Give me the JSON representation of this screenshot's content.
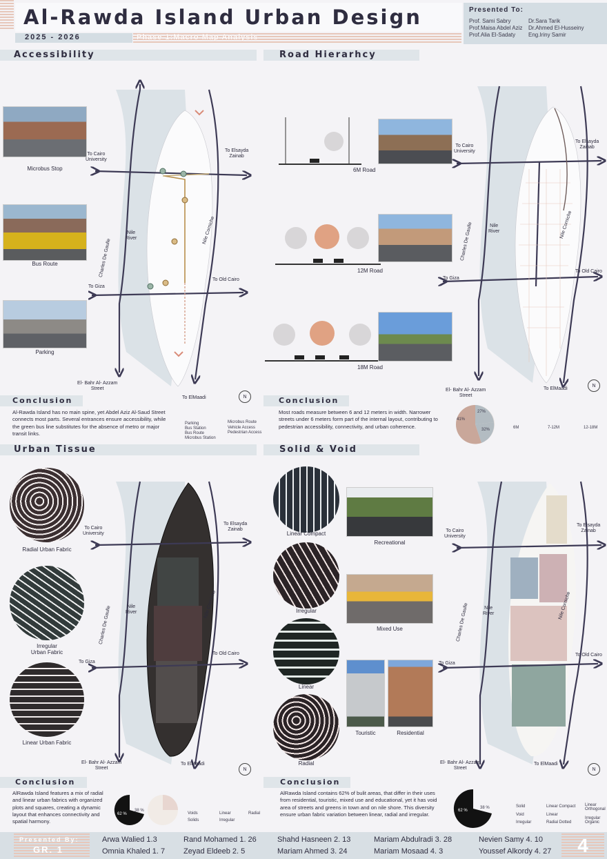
{
  "header": {
    "title": "Al-Rawda Island Urban Design",
    "years": "2025 - 2026",
    "phase": "Phase 1:Macro Map Analysis",
    "presented_to_label": "Presented To:",
    "professors": [
      "Prof. Sami Sabry",
      "Prof.Maisa Abdel Aziz",
      "Prof.Alia El-Sadaty",
      "Dr.Sara Tarik",
      "Dr.Ahmed El-Husseiny",
      "Eng.Iriny Samir"
    ]
  },
  "accessibility": {
    "title": "Accessibility",
    "photos": [
      "Microbus Stop",
      "Bus Route",
      "Parking"
    ],
    "map_labels": {
      "cairo_univ": "To Cairo\nUniversity",
      "elsayda": "To Elsayda\nZainab",
      "giza": "To Giza",
      "old_cairo": "To Old Cairo",
      "nile": "Nile\nRiver",
      "charles": "Charles De Gaulle",
      "corniche": "Nile Corniche",
      "elbahr": "El- Bahr Al- Azzam\nStreet",
      "elmaadi": "To ElMaadi"
    },
    "conclusion_title": "Conclusion",
    "conclusion": "Al-Rawda Island has no main spine, yet Abdel Aziz Al-Saud Street connects most parts. Several entrances ensure accessibility, while the green bus line substitutes for the absence of metro or major transit links.",
    "legend": [
      "Parking",
      "Bus Station",
      "Bus Route",
      "Microbus Station",
      "Microbus Route",
      "Vehicle Access",
      "Pedestrian Access"
    ]
  },
  "road": {
    "title": "Road Hierarhcy",
    "sections": [
      "6M Road",
      "12M Road",
      "18M Road"
    ],
    "map_labels": {
      "cairo_univ": "To Cairo\nUniversity",
      "elsayda": "To Elsayda\nZainab",
      "giza": "To Giza",
      "old_cairo": "To Old Cairo",
      "nile": "Nile\nRiver",
      "charles": "Charles De Gaulle",
      "corniche": "Nile Corniche",
      "elbahr": "El- Bahr Al- Azzam\nStreet",
      "elmaadi": "To ElMaadi"
    },
    "conclusion_title": "Conclusion",
    "conclusion": "Most roads measure between 6 and 12 meters in width. Narrower streets under 6 meters form part of the internal layout, contributing to pedestrian accessibility, connectivity, and urban coherence.",
    "pie_labels": [
      "41%",
      "32%",
      "27%"
    ],
    "legend": [
      "6M",
      "7-12M",
      "12-18M"
    ],
    "pie_colors": [
      "#c9a79a",
      "#b3bcc2",
      "#e7e1de"
    ]
  },
  "tissue": {
    "title": "Urban Tissue",
    "circles": [
      "Radial Urban Fabric",
      "Irregular\nUrban Fabric",
      "Linear Urban Fabric"
    ],
    "map_labels": {
      "cairo_univ": "To Cairo\nUniversity",
      "elsayda": "To Elsayda\nZainab",
      "giza": "To Giza",
      "old_cairo": "To Old Cairo",
      "nile": "Nile\nRiver",
      "charles": "Charles De Gaulle",
      "corniche": "Nile Corniche",
      "elbahr": "El- Bahr Al- Azzam\nStreet",
      "elmaadi": "To ElMaadi"
    },
    "conclusion_title": "Conclusion",
    "conclusion": "AlRawda Island features a mix of radial and linear urban fabrics with organized plots and squares, creating a dynamic layout that enhances connectivity and spatial harmony.",
    "pie_labels": [
      "62 %",
      "38 %"
    ],
    "legend": [
      "Voids",
      "Solids",
      "Linear",
      "Irregular",
      "Radial"
    ]
  },
  "solid": {
    "title": "Solid & Void",
    "circles": [
      "Linear Compact",
      "Irregular",
      "Linear",
      "Radial"
    ],
    "photos": [
      "Recreational",
      "Mixed Use",
      "Touristic",
      "Residential"
    ],
    "map_labels": {
      "cairo_univ": "To Cairo\nUniversity",
      "elsayda": "To Elsayda\nZainab",
      "giza": "To Giza",
      "old_cairo": "To Old Cairo",
      "nile": "Nile\nRiver",
      "charles": "Charles De Gaulle",
      "corniche": "Nile Corniche",
      "elbahr": "El- Bahr Al- Azzam\nStreet",
      "elmaadi": "To ElMaadi"
    },
    "conclusion_title": "Conclusion",
    "conclusion": "AlRawda Island contains 62% of bulit areas, that differ in their uses from residential, touristic, mixed use and educational, yet it has void area of streets and greens in town and on nile shore. This diversity ensure urban fabric variation between linear, radial and irregular.",
    "pie_labels": [
      "62 %",
      "38 %"
    ],
    "legend": [
      "Solid",
      "Void",
      "Irregular",
      "Linear Compact",
      "Linear",
      "Radial Dotted",
      "Linear\nOrthogonal",
      "Irregular\nOrganic"
    ]
  },
  "compass": "N",
  "footer": {
    "presented_by": "Presented By:",
    "group": "GR. 1",
    "members": [
      "Arwa Walied 1.3",
      "Rand Mohamed 1. 26",
      "Shahd Hasneen 2. 13",
      "Mariam Abdulradi 3. 28",
      "Nevien Samy 4. 10",
      "Omnia Khaled 1. 7",
      "Zeyad Eldeeb 2. 5",
      "Mariam Ahmed 3. 24",
      "Mariam Mosaad 4. 3",
      "Youssef Alkordy 4. 27"
    ],
    "page": "4"
  },
  "colors": {
    "accent": "#d7a99a",
    "dark": "#2f2d40",
    "river": "#d6dde3",
    "panel": "#dfe5e9"
  }
}
